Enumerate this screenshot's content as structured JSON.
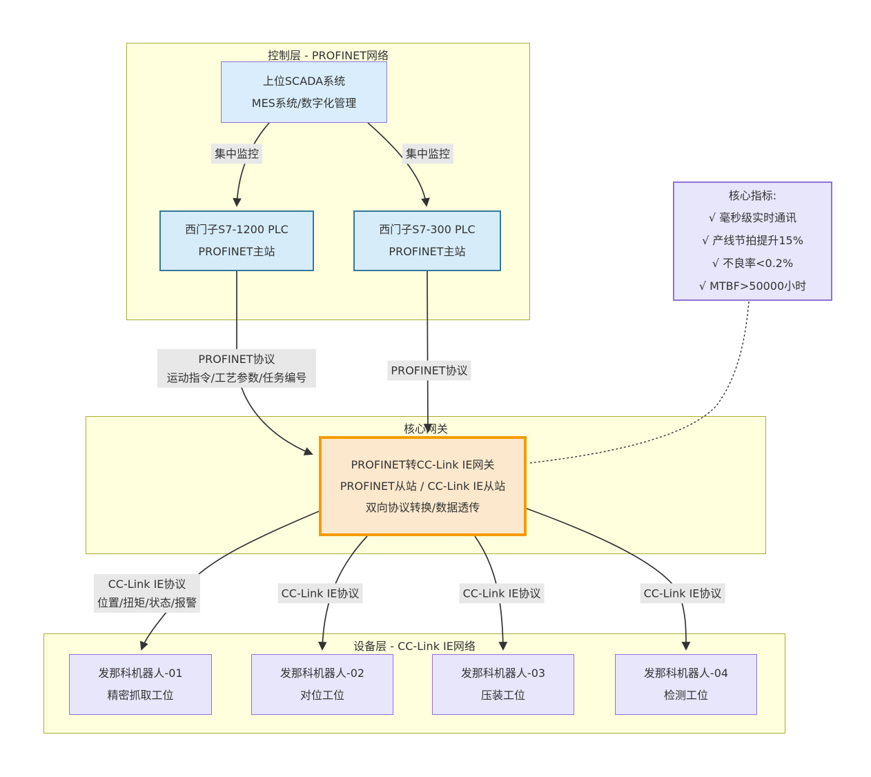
{
  "colors": {
    "container_fill": "#ffffde",
    "container_border": "#aaaa33",
    "scada_fill": "#d9edfc",
    "scada_border": "#9370db",
    "plc_fill": "#d6ecf9",
    "plc_border": "#35789e",
    "gateway_fill": "#fce8cd",
    "gateway_border": "#f59b00",
    "purple_fill": "#e8e6fb",
    "purple_border": "#9370db",
    "edge_color": "#333333",
    "label_bg": "#e8e8e8"
  },
  "containers": {
    "control": {
      "title": "控制层 - PROFINET网络"
    },
    "core": {
      "title": "核心网关"
    },
    "device": {
      "title": "设备层 - CC-Link IE网络"
    }
  },
  "nodes": {
    "scada": {
      "lines": [
        "上位SCADA系统",
        "MES系统/数字化管理"
      ]
    },
    "plc1": {
      "lines": [
        "西门子S7-1200 PLC",
        "PROFINET主站"
      ]
    },
    "plc2": {
      "lines": [
        "西门子S7-300 PLC",
        "PROFINET主站"
      ]
    },
    "gateway": {
      "lines": [
        "PROFINET转CC-Link IE网关",
        "PROFINET从站 / CC-Link IE从站",
        "双向协议转换/数据透传"
      ]
    },
    "metrics": {
      "lines": [
        "核心指标:",
        "√ 毫秒级实时通讯",
        "√ 产线节拍提升15%",
        "√ 不良率<0.2%",
        "√ MTBF>50000小时"
      ]
    },
    "robot1": {
      "lines": [
        "发那科机器人-01",
        "精密抓取工位"
      ]
    },
    "robot2": {
      "lines": [
        "发那科机器人-02",
        "对位工位"
      ]
    },
    "robot3": {
      "lines": [
        "发那科机器人-03",
        "压装工位"
      ]
    },
    "robot4": {
      "lines": [
        "发那科机器人-04",
        "检测工位"
      ]
    }
  },
  "edge_labels": {
    "monitor_left": "集中监控",
    "monitor_right": "集中监控",
    "profinet_detail": {
      "lines": [
        "PROFINET协议",
        "运动指令/工艺参数/任务编号"
      ]
    },
    "profinet_right": "PROFINET协议",
    "cclink_detail": {
      "lines": [
        "CC-Link IE协议",
        "位置/扭矩/状态/报警"
      ]
    },
    "cclink_2": "CC-Link IE协议",
    "cclink_3": "CC-Link IE协议",
    "cclink_4": "CC-Link IE协议"
  }
}
